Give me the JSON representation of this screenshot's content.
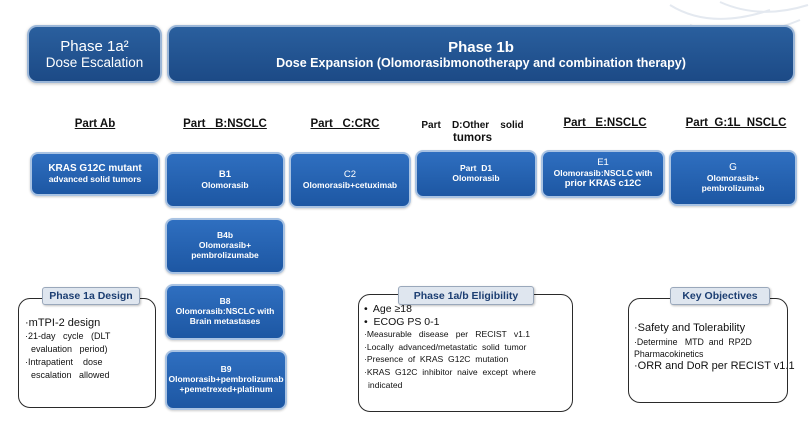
{
  "phase1a": {
    "title": "Phase 1a²",
    "subtitle": "Dose Escalation"
  },
  "phase1b": {
    "title": "Phase  1b",
    "subtitle": "Dose Expansion (Olomorasibmonotherapy and combination therapy)"
  },
  "parts": {
    "ab": "Part Ab",
    "b": "Part   B:NSCLC",
    "c": "Part   C:CRC",
    "d_line1": "Part    D:Other    solid",
    "d_line2": "tumors",
    "e": "Part   E:NSCLC",
    "g": "Part  G:1L  NSCLC"
  },
  "arms": {
    "kras": {
      "line1": "KRAS G12C mutant",
      "line2": "advanced solid tumors"
    },
    "b1": {
      "line1": "B1",
      "line2": "Olomorasib"
    },
    "c2": {
      "line1": "C2",
      "line2": "Olomorasib+cetuximab"
    },
    "d1": {
      "line1": "Part  D1",
      "line2": "Olomorasib"
    },
    "e1": {
      "line1": "E1",
      "line2": "Olomorasib:NSCLC with",
      "line3": "prior KRAS c12C"
    },
    "g": {
      "line1": "G",
      "line2": "Olomorasib+",
      "line3": "pembrolizumab"
    },
    "b4b": {
      "line1": "B4b",
      "line2": "Olomorasib+",
      "line3": "pembrolizumabe"
    },
    "b8": {
      "line1": "B8",
      "line2": "Olomorasib:NSCLC with",
      "line3": "Brain metastases"
    },
    "b9": {
      "line1": "B9",
      "line2": "Olomorasib+pembrolizumab",
      "line3": "+pemetrexed+platinum"
    }
  },
  "design": {
    "tag": "Phase 1a Design",
    "items": [
      "·mTPI-2 design",
      "·21-day   cycle   (DLT",
      "evaluation   period)",
      "·Intrapatient    dose",
      "escalation   allowed"
    ]
  },
  "eligibility": {
    "tag": "Phase 1a/b Eligibility",
    "items": [
      "•  Age ≥18",
      "•  ECOG PS 0-1",
      "·Measurable   disease   per   RECIST   v1.1",
      "·Locally  advanced/metastatic  solid  tumor",
      "·Presence  of  KRAS  G12C  mutation",
      "·KRAS  G12C  inhibitor  naive  except  where",
      "indicated"
    ]
  },
  "objectives": {
    "tag": "Key Objectives",
    "items": [
      "·Safety and Tolerability",
      "·Determine   MTD  and  RP2D",
      "Pharmacokinetics",
      "·ORR and DoR per RECIST v1.1"
    ]
  }
}
